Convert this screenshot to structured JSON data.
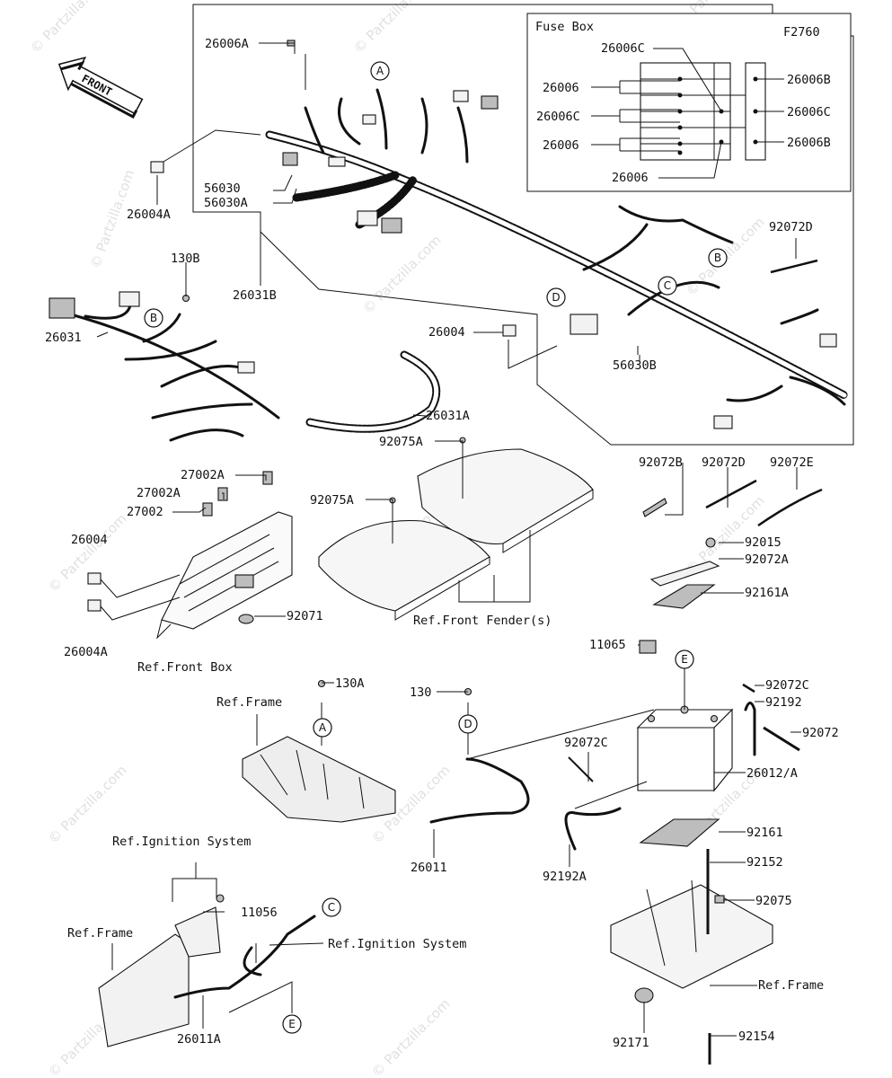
{
  "figure_code": "F2760",
  "front_arrow_label": "FRONT",
  "watermark": "© Partzilla.com",
  "fuse_box": {
    "title": "Fuse Box",
    "labels": [
      "26006C",
      "26006",
      "26006C",
      "26006",
      "26006",
      "26006B",
      "26006C",
      "26006B"
    ]
  },
  "part_labels": [
    "26006A",
    "56030",
    "56030A",
    "26004A",
    "130B",
    "26031B",
    "26031",
    "26004",
    "56030B",
    "26031A",
    "92072D",
    "92075A",
    "92075A",
    "27002A",
    "27002A",
    "27002",
    "26004",
    "92071",
    "26004A",
    "92072B",
    "92072D",
    "92072E",
    "92015",
    "92072A",
    "92161A",
    "11065",
    "130A",
    "130",
    "92072C",
    "92192",
    "92072C",
    "92072",
    "26012/A",
    "92161",
    "26011",
    "92192A",
    "92152",
    "92075",
    "11056",
    "26011A",
    "92171",
    "92154"
  ],
  "ref_labels": [
    "Ref.Front Fender(s)",
    "Ref.Front Box",
    "Ref.Frame",
    "Ref.Ignition System",
    "Ref.Frame",
    "Ref.Ignition System",
    "Ref.Frame"
  ],
  "callouts": [
    "A",
    "B",
    "B",
    "C",
    "D",
    "A",
    "D",
    "E",
    "C",
    "E"
  ]
}
